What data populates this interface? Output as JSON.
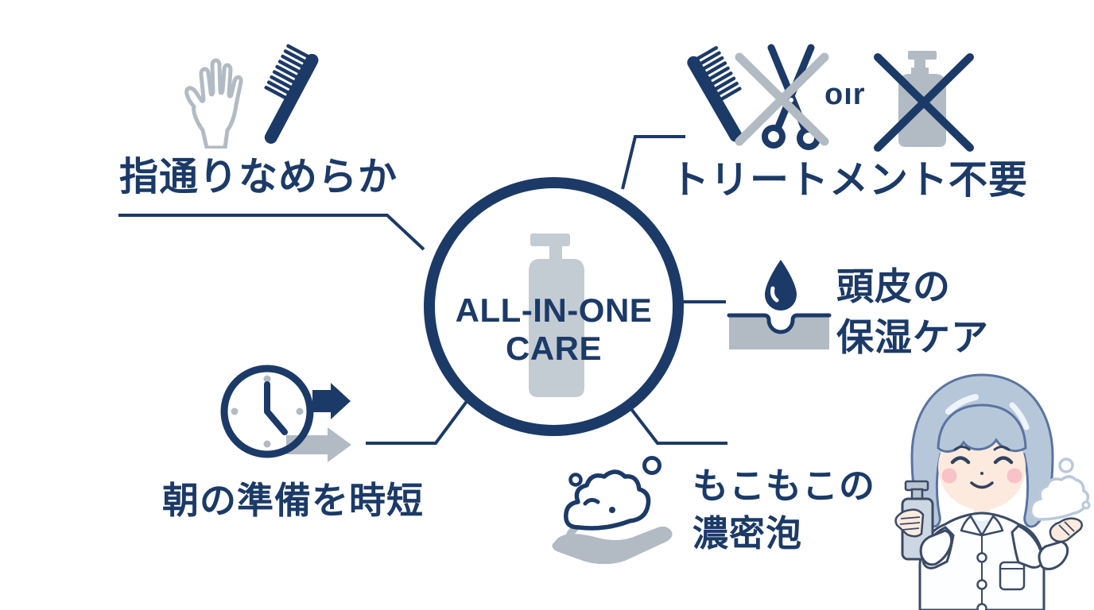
{
  "colors": {
    "navy": "#1c3a67",
    "icon_gray": "#b2bbc4",
    "center_bottle_gray": "#c3cbd3",
    "background": "#ffffff"
  },
  "center": {
    "title_line1": "ALL-IN-ONE",
    "title_line2": "CARE"
  },
  "features": {
    "smooth": {
      "label": "指通りなめらか"
    },
    "no_treatment": {
      "or_label": "oır",
      "label": "トリートメント不要"
    },
    "scalp_moisture": {
      "line1": "頭皮の",
      "line2": "保湿ケア"
    },
    "time_saving": {
      "label": "朝の準備を時短"
    },
    "dense_foam": {
      "line1": "もこもこの",
      "line2": "濃密泡"
    }
  }
}
